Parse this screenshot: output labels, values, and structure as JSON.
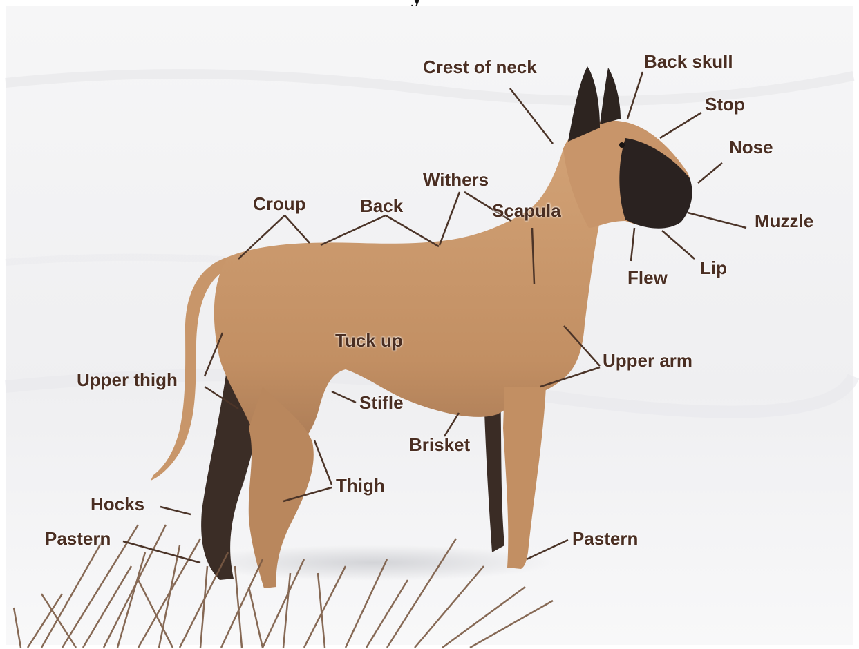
{
  "title_fragment": "y",
  "colors": {
    "background": "#ffffff",
    "snow": "#f2f2f3",
    "coat": "#c9976a",
    "mask": "#2a2220",
    "label_text": "#4a2e22",
    "leader_line": "#4b3428",
    "grass": "#7a5a44"
  },
  "labels": {
    "crest_of_neck": "Crest of neck",
    "back_skull": "Back skull",
    "stop": "Stop",
    "nose": "Nose",
    "muzzle": "Muzzle",
    "lip": "Lip",
    "flew": "Flew",
    "withers": "Withers",
    "scapula": "Scapula",
    "croup": "Croup",
    "back": "Back",
    "tuck_up": "Tuck up",
    "upper_arm": "Upper arm",
    "upper_thigh": "Upper thigh",
    "stifle": "Stifle",
    "brisket": "Brisket",
    "thigh": "Thigh",
    "hocks": "Hocks",
    "pastern_rear": "Pastern",
    "pastern_front": "Pastern"
  }
}
